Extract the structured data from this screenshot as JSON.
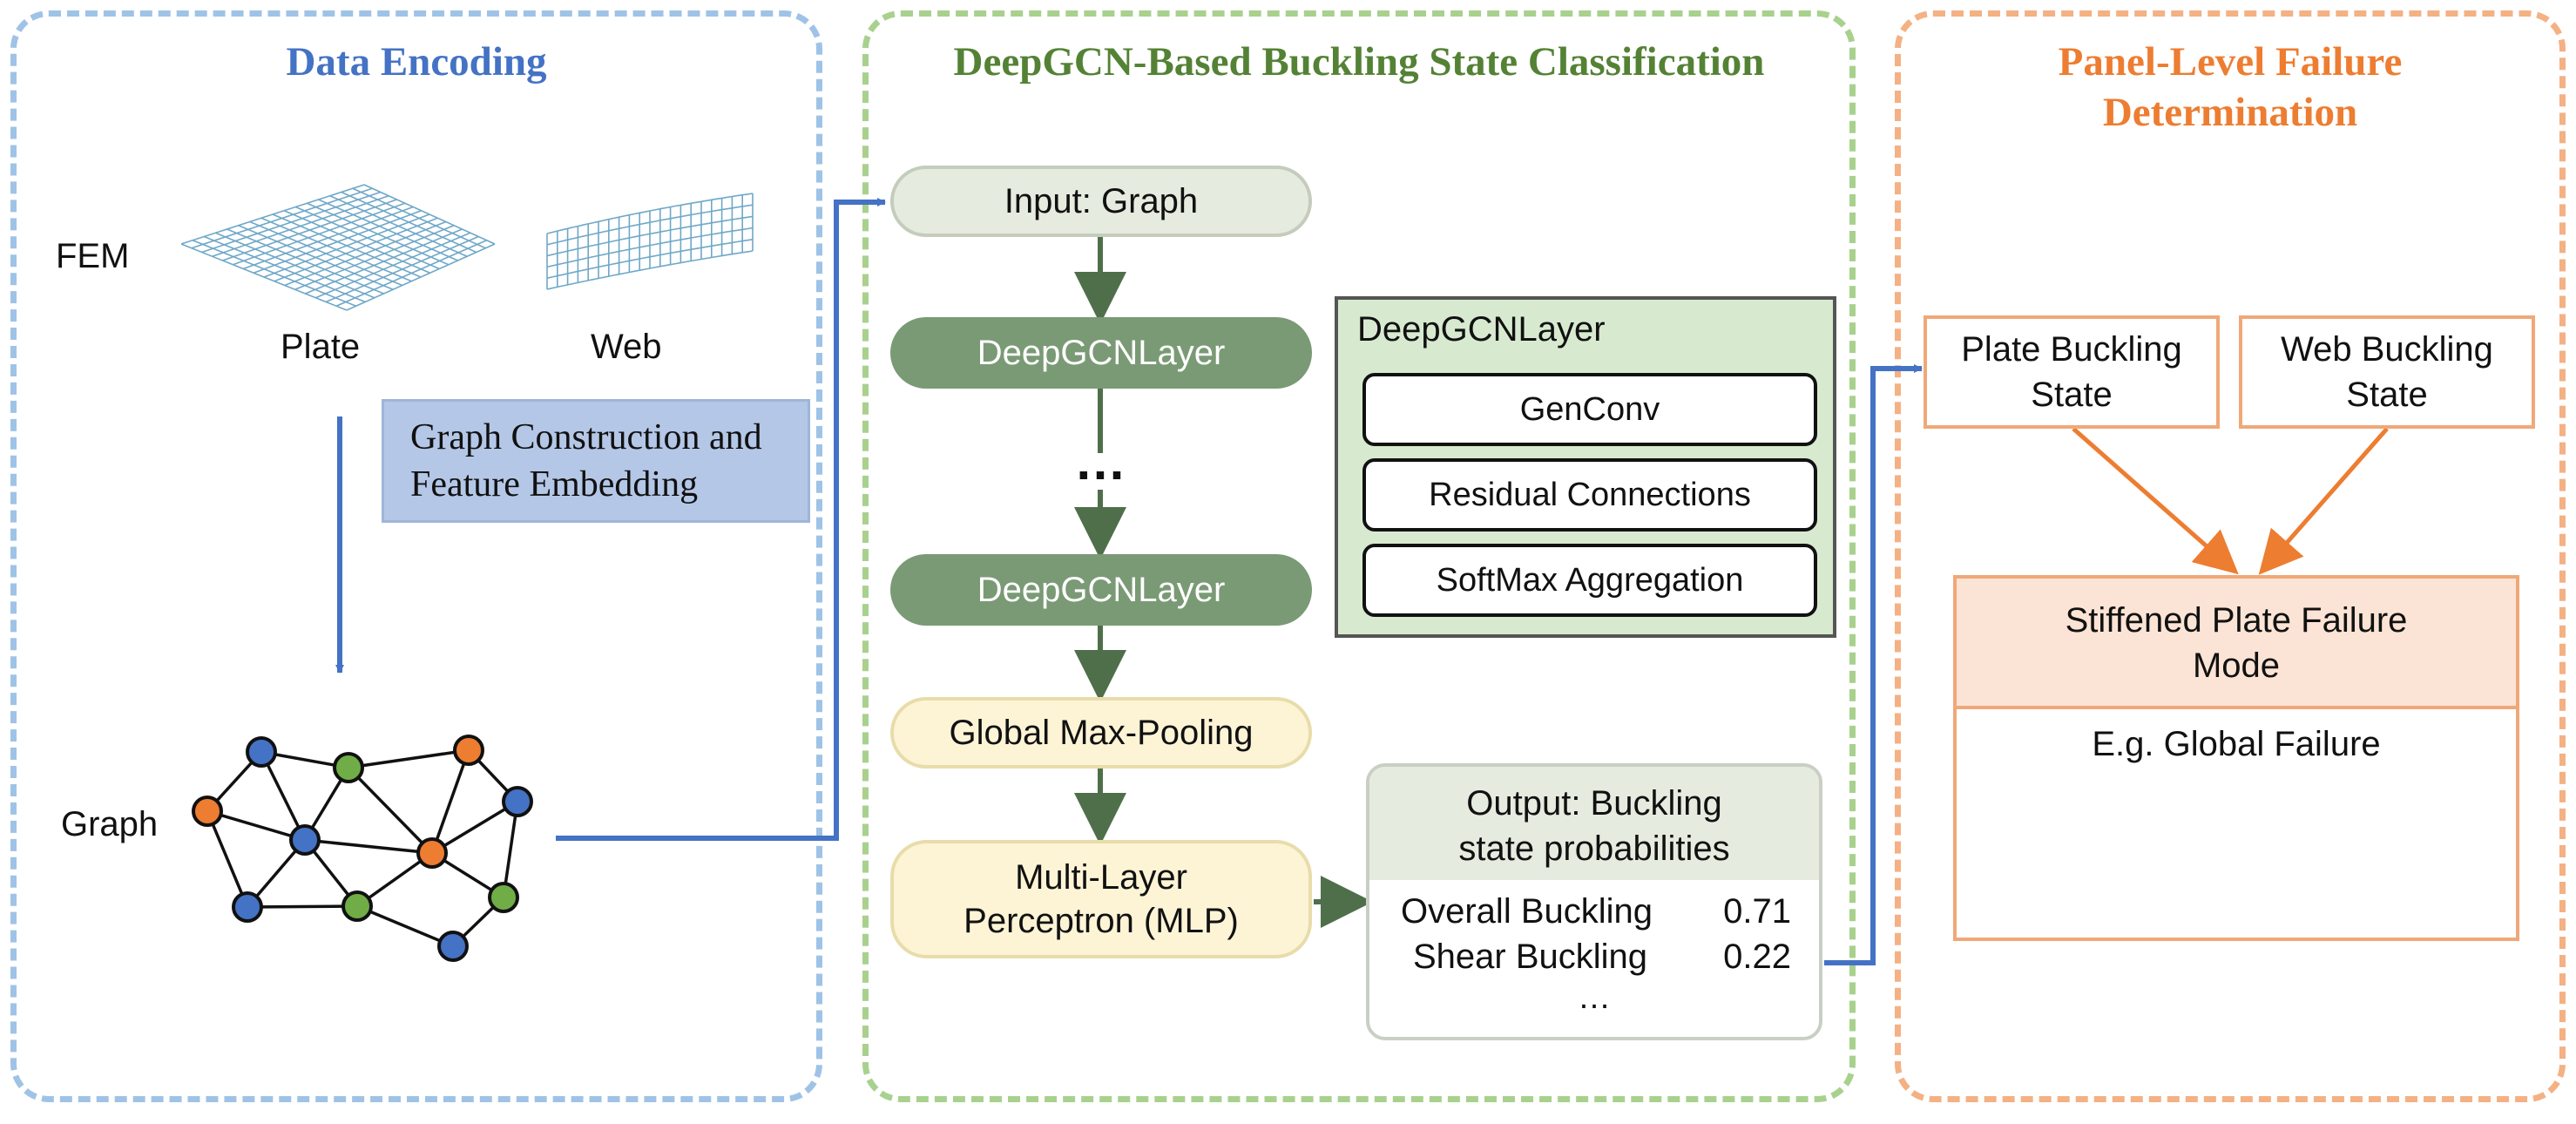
{
  "colors": {
    "blue_panel": "#9fc3e6",
    "green_panel": "#a9d18e",
    "orange_panel": "#f4b183",
    "blue_title": "#4472c4",
    "green_title": "#548235",
    "orange_title": "#ed7d31",
    "arrow_blue": "#4472c4",
    "arrow_green": "#4f6f4b",
    "arrow_orange": "#ed7d31",
    "mesh": "#6fa8c8",
    "node_blue": "#4472c4",
    "node_orange": "#ed7d31",
    "node_green": "#70ad47"
  },
  "panels": {
    "encoding": {
      "title": "Data Encoding"
    },
    "classification": {
      "title": "DeepGCN-Based Buckling State Classification"
    },
    "failure": {
      "title_line1": "Panel-Level Failure",
      "title_line2": "Determination"
    }
  },
  "encoding": {
    "fem_label": "FEM",
    "plate_label": "Plate",
    "web_label": "Web",
    "construction_line1": "Graph Construction and",
    "construction_line2": "Feature Embedding",
    "graph_label": "Graph"
  },
  "classification": {
    "input": "Input: Graph",
    "layer_top": "DeepGCNLayer",
    "ellipsis": "…",
    "layer_bottom": "DeepGCNLayer",
    "pooling": "Global Max-Pooling",
    "mlp_line1": "Multi-Layer",
    "mlp_line2": "Perceptron (MLP)",
    "detail_title": "DeepGCNLayer",
    "detail_items": [
      "GenConv",
      "Residual Connections",
      "SoftMax Aggregation"
    ],
    "output_title_line1": "Output: Buckling",
    "output_title_line2": "state probabilities",
    "output_rows": [
      {
        "name": "Overall Buckling",
        "value": "0.71"
      },
      {
        "name": "Shear Buckling",
        "value": "0.22"
      }
    ],
    "output_more": "…"
  },
  "failure": {
    "plate_line1": "Plate Buckling",
    "plate_line2": "State",
    "web_line1": "Web Buckling",
    "web_line2": "State",
    "mode_line1": "Stiffened Plate Failure",
    "mode_line2": "Mode",
    "example": "E.g. Global Failure"
  }
}
